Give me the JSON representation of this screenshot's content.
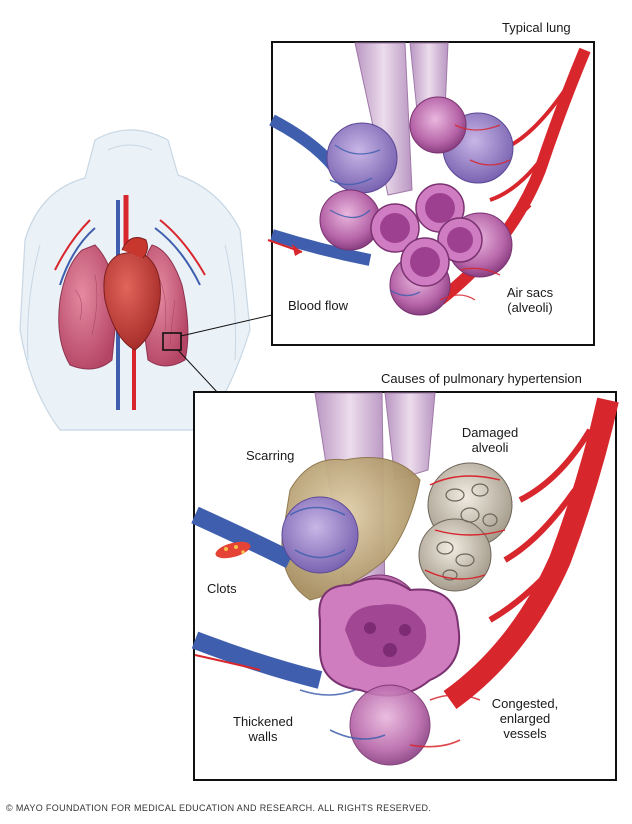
{
  "panels": {
    "top": {
      "title": "Typical lung"
    },
    "bottom": {
      "title": "Causes of pulmonary hypertension"
    }
  },
  "labels": {
    "blood_flow": "Blood flow",
    "air_sacs": "Air sacs",
    "alveoli_paren": "(alveoli)",
    "scarring": "Scarring",
    "damaged": "Damaged",
    "alveoli": "alveoli",
    "clots": "Clots",
    "thickened": "Thickened",
    "walls": "walls",
    "congested": "Congested,",
    "enlarged": "enlarged",
    "vessels": "vessels"
  },
  "copyright": "© MAYO FOUNDATION FOR MEDICAL EDUCATION AND RESEARCH. ALL RIGHTS RESERVED.",
  "colors": {
    "artery": "#d8262d",
    "vein": "#3f5fae",
    "alveoli_pink": "#c46fb2",
    "bronchus": "#d9b8d8",
    "lung": "#c9597c",
    "scar": "#c9b58c",
    "damaged": "#d8d1c4"
  }
}
